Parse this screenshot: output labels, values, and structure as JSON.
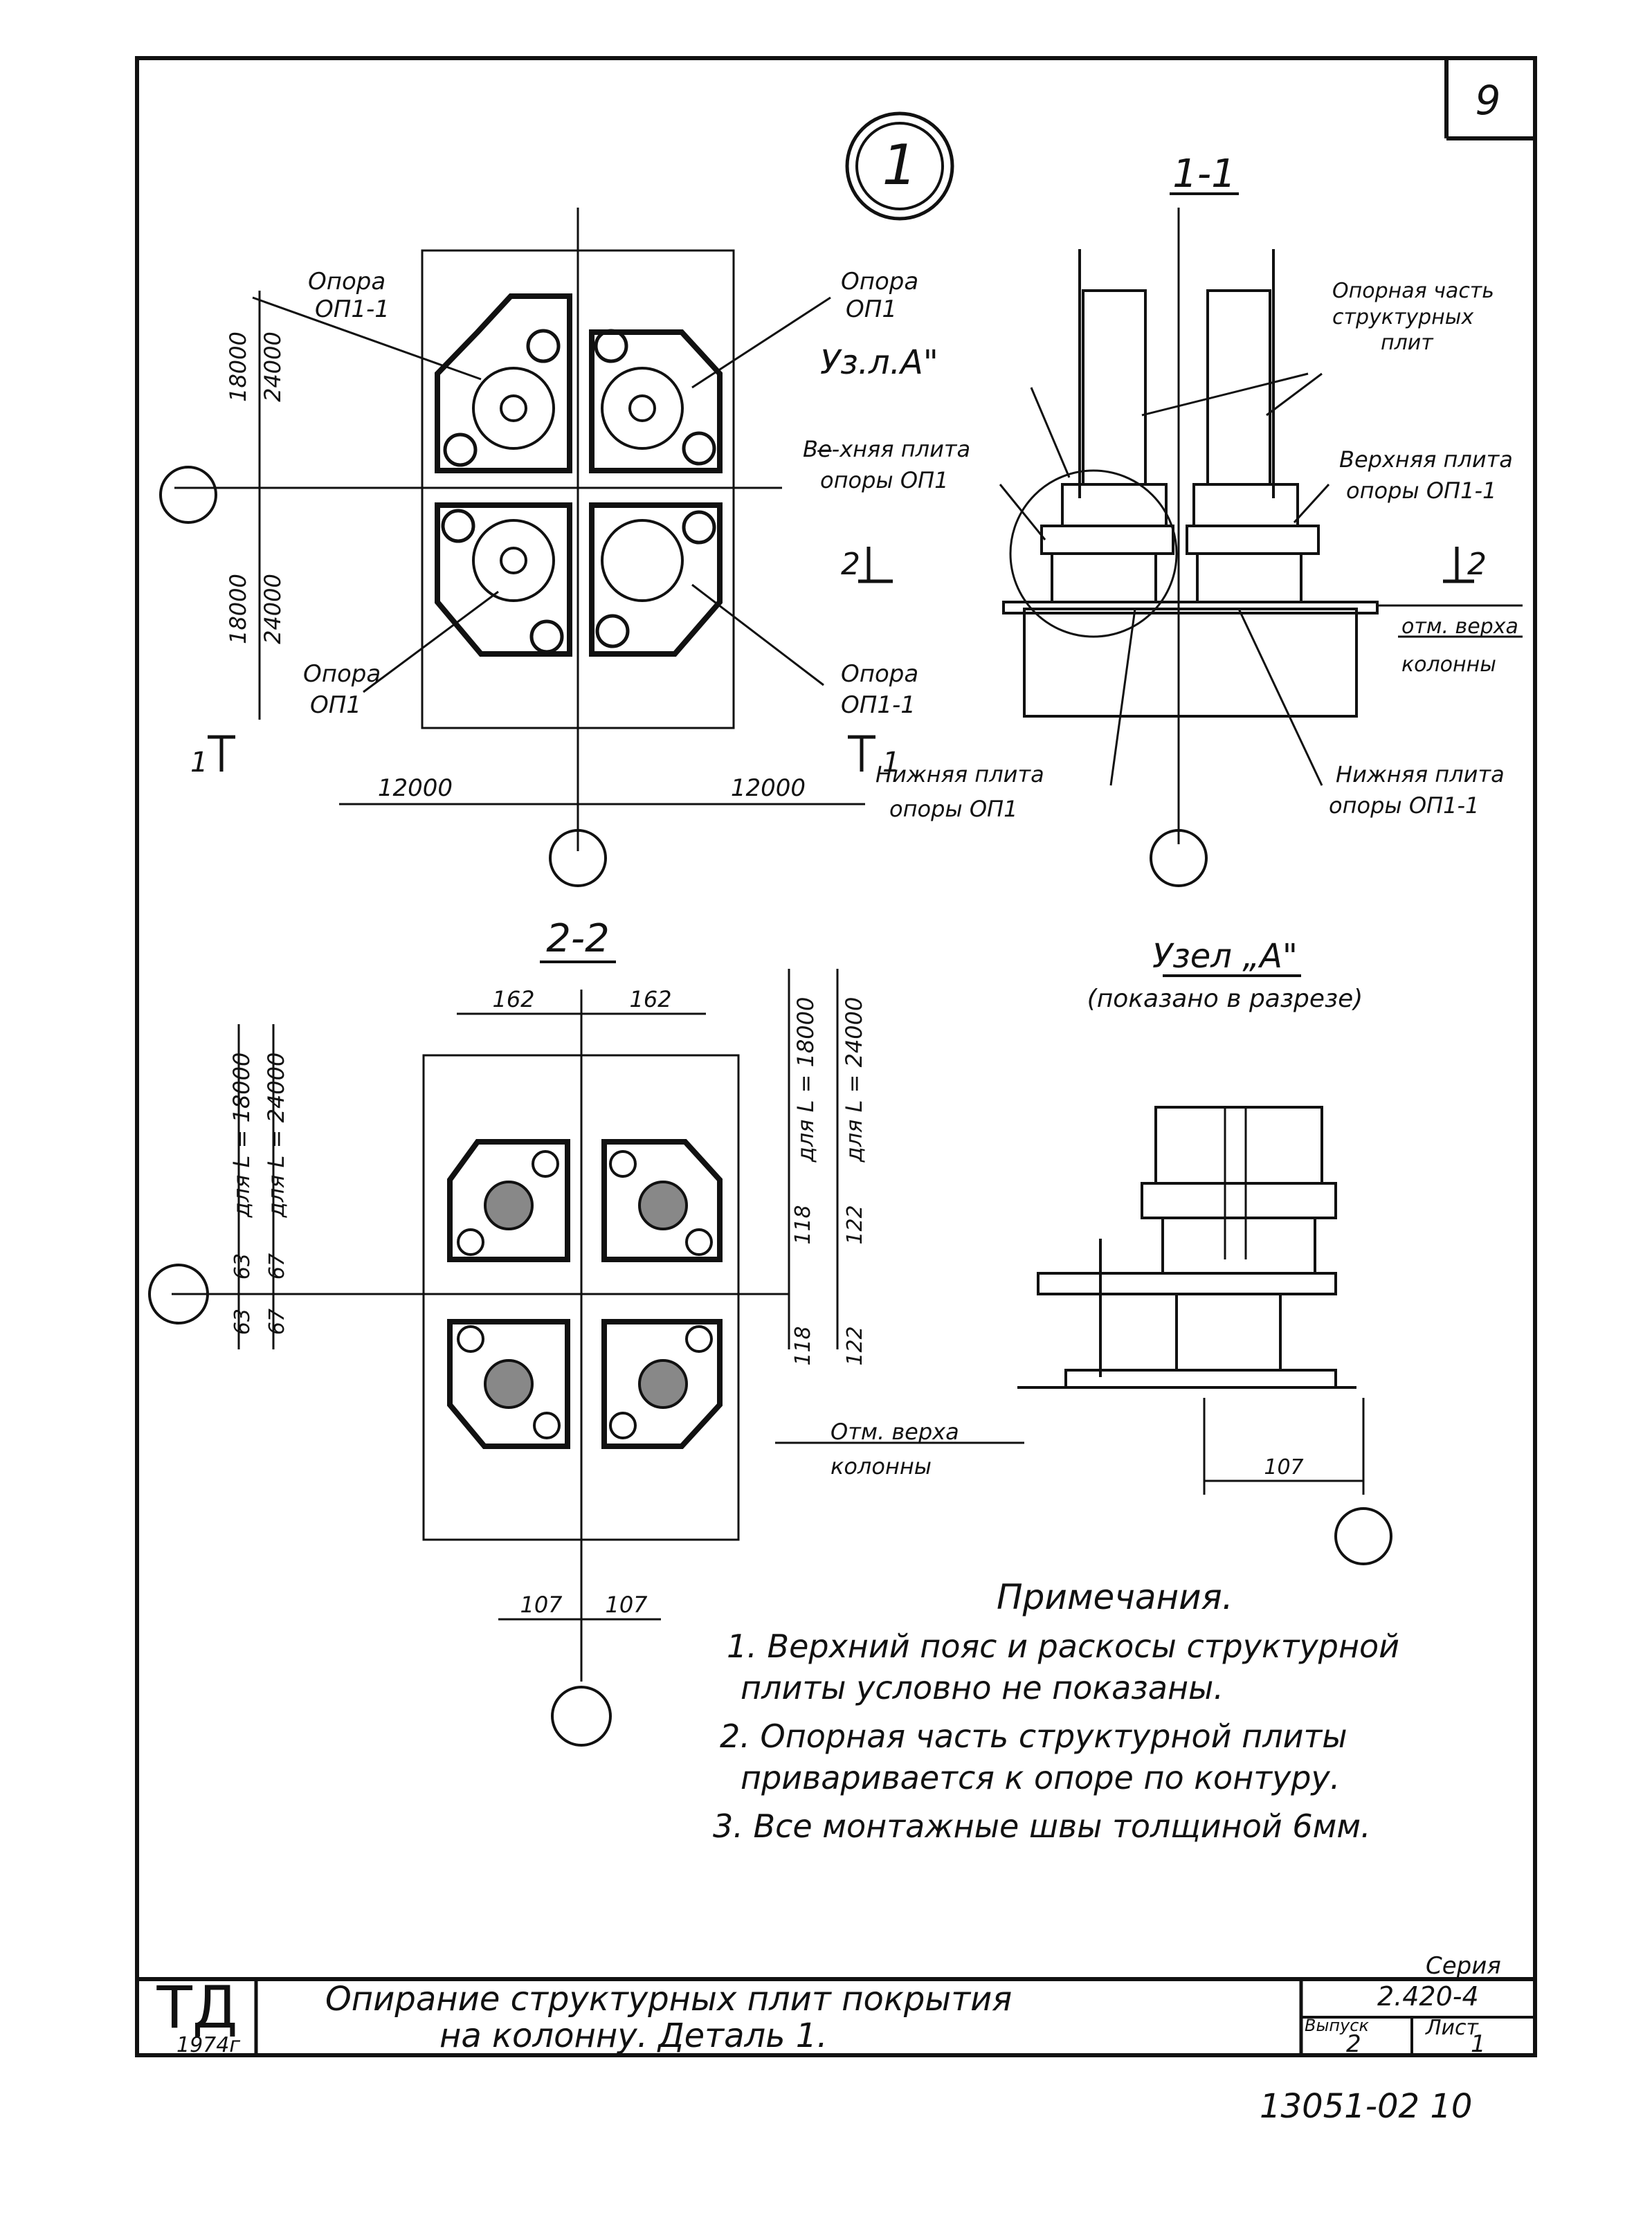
{
  "sheet": {
    "number": "9"
  },
  "detail_marker": "1",
  "section_1_1": {
    "title": "1-1",
    "node_label": "Уз.л.А\"",
    "label_support_part": [
      "Опорная часть",
      "структурных",
      "плит"
    ],
    "label_top_plate_op1": [
      "Ве̶-хняя плита",
      "опоры ОП1"
    ],
    "label_top_plate_op1_1": [
      "Верхняя плита",
      "опоры ОП1-1"
    ],
    "label_bottom_plate_op1": [
      "Нижняя плита",
      "опоры ОП1"
    ],
    "label_bottom_plate_op1_1": [
      "Нижняя плита",
      "опоры ОП1-1"
    ],
    "label_column_top": [
      "отм. верха",
      "колонны"
    ],
    "cut_left": "2",
    "cut_right": "2"
  },
  "plan": {
    "support_tl": [
      "Опора",
      "ОП1-1"
    ],
    "support_tr": [
      "Опора",
      "ОП1"
    ],
    "support_bl": [
      "Опора",
      "ОП1"
    ],
    "support_br": [
      "Опора",
      "ОП1-1"
    ],
    "dim_left_top": [
      "18000",
      "24000"
    ],
    "dim_left_bottom": [
      "18000",
      "24000"
    ],
    "dim_bottom_left": "12000",
    "dim_bottom_right": "12000",
    "cut_left": "1",
    "cut_right": "1"
  },
  "section_2_2": {
    "title": "2-2",
    "dim_top_left": "162",
    "dim_top_right": "162",
    "dim_bottom_left": "107",
    "dim_bottom_right": "107",
    "left_labels": [
      "для L = 18000",
      "для L = 24000"
    ],
    "right_labels": [
      "для L = 18000",
      "для L = 24000"
    ],
    "left_dims_a": [
      "63",
      "63"
    ],
    "left_dims_b": [
      "67",
      "67"
    ],
    "right_dims_a": [
      "118",
      "118"
    ],
    "right_dims_b": [
      "122",
      "122"
    ],
    "label_column_top": [
      "Отм. верха",
      "колонны"
    ]
  },
  "node_a": {
    "title": "Узел „А\"",
    "subtitle": "(показано в разрезе)",
    "dim": "107"
  },
  "notes": {
    "heading": "Примечания.",
    "lines": [
      "1. Верхний пояс и раскосы структурной",
      "плиты условно не показаны.",
      "2. Опорная часть структурной плиты",
      "приваривается к опоре по контуру.",
      "3. Все монтажные швы толщиной 6мм."
    ]
  },
  "title_block": {
    "logo": "ТД",
    "year": "1974г",
    "title_line1": "Опирание структурных плит покрытия",
    "title_line2": "на колонну. Деталь 1.",
    "series_label": "Серия",
    "series_value": "2.420-4",
    "issue_label": "Выпуск",
    "issue_value": "2",
    "sheet_label": "Лист",
    "sheet_value": "1"
  },
  "footer_code": "13051-02   10"
}
